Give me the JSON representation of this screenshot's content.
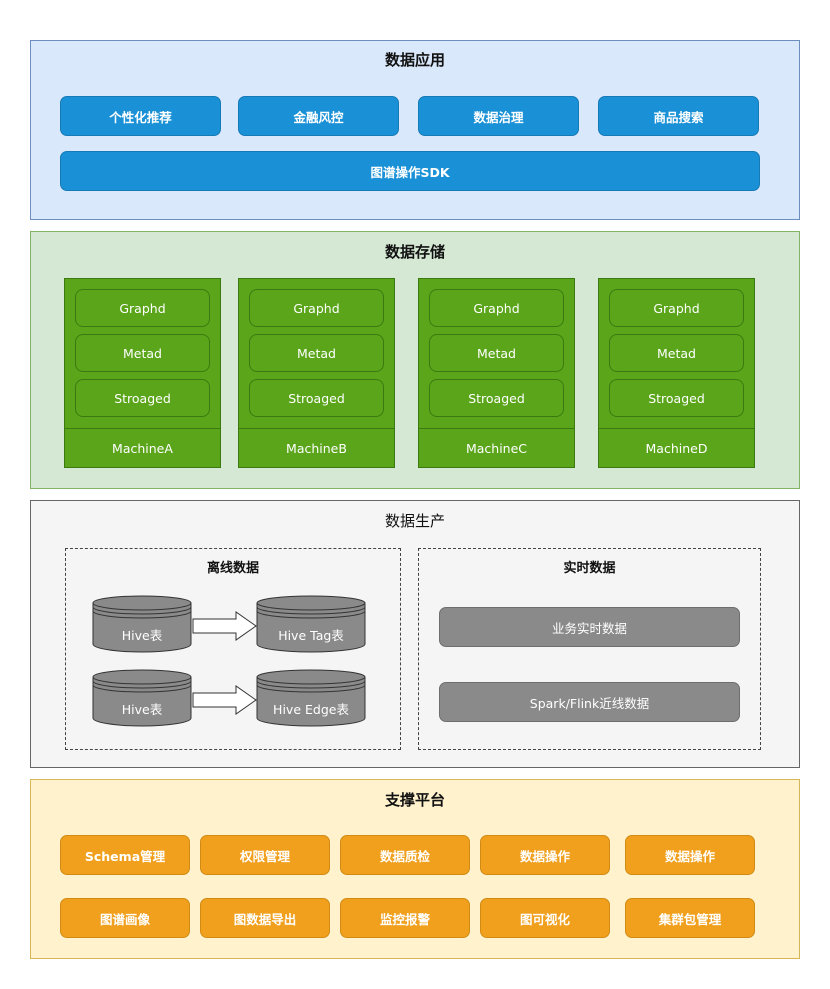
{
  "app_layer": {
    "title": "数据应用",
    "apps": [
      "个性化推荐",
      "金融风控",
      "数据治理",
      "商品搜索"
    ],
    "sdk": "图谱操作SDK"
  },
  "storage_layer": {
    "title": "数据存储",
    "machines": [
      {
        "name": "MachineA",
        "services": [
          "Graphd",
          "Metad",
          "Stroaged"
        ]
      },
      {
        "name": "MachineB",
        "services": [
          "Graphd",
          "Metad",
          "Stroaged"
        ]
      },
      {
        "name": "MachineC",
        "services": [
          "Graphd",
          "Metad",
          "Stroaged"
        ]
      },
      {
        "name": "MachineD",
        "services": [
          "Graphd",
          "Metad",
          "Stroaged"
        ]
      }
    ]
  },
  "production_layer": {
    "title": "数据生产",
    "offline": {
      "title": "离线数据",
      "flows": [
        {
          "source": "Hive表",
          "target": "Hive Tag表"
        },
        {
          "source": "Hive表",
          "target": "Hive Edge表"
        }
      ]
    },
    "realtime": {
      "title": "实时数据",
      "items": [
        "业务实时数据",
        "Spark/Flink近线数据"
      ]
    }
  },
  "support_layer": {
    "title": "支撑平台",
    "row1": [
      "Schema管理",
      "权限管理",
      "数据质检",
      "数据操作",
      "数据操作"
    ],
    "row2": [
      "图谱画像",
      "图数据导出",
      "监控报警",
      "图可视化",
      "集群包管理"
    ]
  },
  "colors": {
    "app_bg": "#dae8fc",
    "app_border": "#6c8ebf",
    "storage_bg": "#d5e8d4",
    "storage_border": "#82b366",
    "production_bg": "#f5f5f5",
    "production_border": "#666666",
    "support_bg": "#fff2cc",
    "support_border": "#d6b656"
  }
}
